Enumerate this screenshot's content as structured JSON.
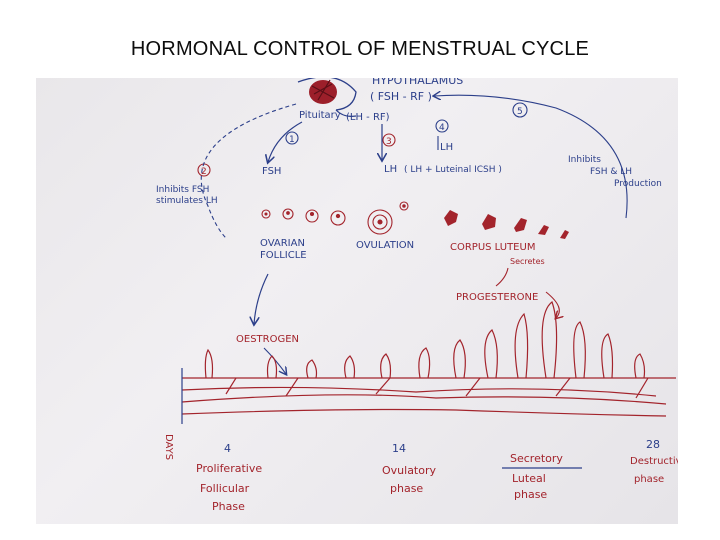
{
  "slide": {
    "title": "HORMONAL CONTROL OF MENSTRUAL CYCLE"
  },
  "diagram": {
    "hypothalamus": "HYPOTHALAMUS",
    "fsh_rf": "( FSH - RF )",
    "pituitary": "Pituitary",
    "lh_rf": "(LH - RF)",
    "step_labels": [
      "1",
      "2",
      "3",
      "4",
      "5"
    ],
    "fsh": "FSH",
    "lh": "LH",
    "lh_combo": "( LH + Luteinal ICSH )",
    "lh_top": "LH",
    "inhibits_left_1": "Inhibits FSH",
    "inhibits_left_2": "stimulates LH",
    "inhibits_right_1": "Inhibits",
    "inhibits_right_2": "FSH & LH",
    "inhibits_right_3": "Production",
    "ovarian_1": "OVARIAN",
    "ovarian_2": "FOLLICLE",
    "ovulation": "OVULATION",
    "corpus_1": "CORPUS LUTEUM",
    "corpus_2": "Secretes",
    "progesterone": "PROGESTERONE",
    "oestrogen": "OESTROGEN",
    "days": "DAYS",
    "day_4": "4",
    "day_14": "14",
    "day_28": "28",
    "proliferative_1": "Proliferative",
    "proliferative_2": "Follicular",
    "proliferative_3": "Phase",
    "ovulatory_1": "Ovulatory",
    "ovulatory_2": "phase",
    "secretory": "Secretory",
    "luteal_1": "Luteal",
    "luteal_2": "phase",
    "destructive_1": "Destructive",
    "destructive_2": "phase"
  },
  "colors": {
    "ink_blue": "#2c3f8a",
    "ink_red": "#a3242c",
    "paper": "#ecebee"
  }
}
